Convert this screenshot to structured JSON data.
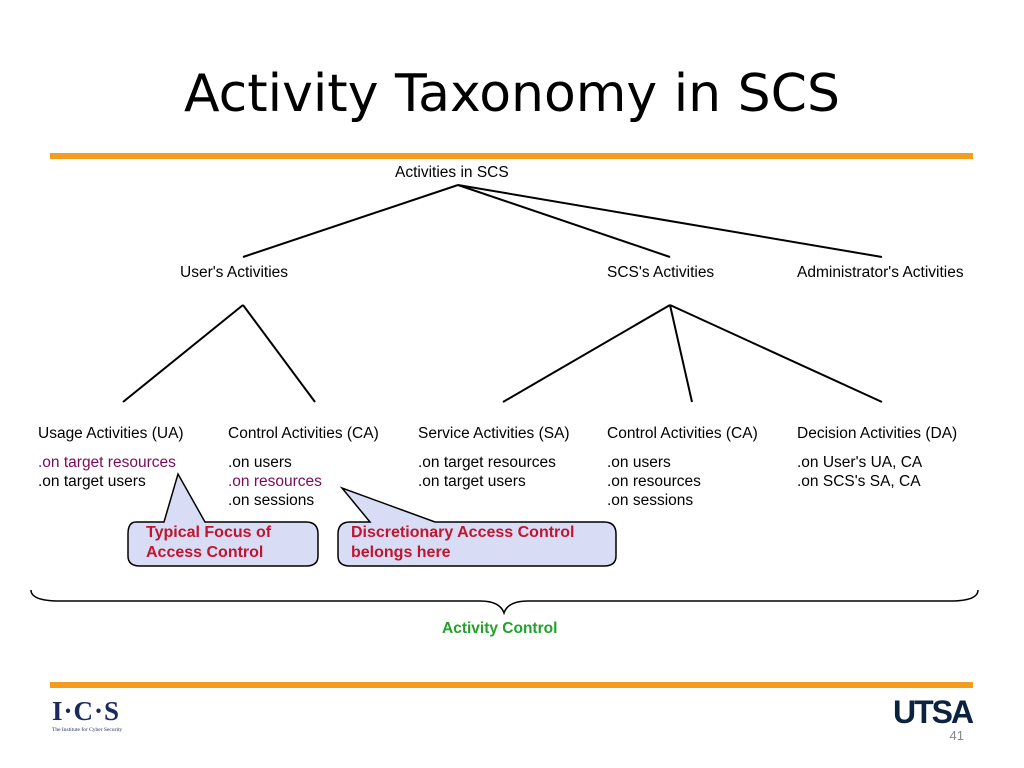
{
  "slide": {
    "title": "Activity Taxonomy in SCS",
    "page_number": "41",
    "accent_color": "#f39c1f"
  },
  "tree": {
    "root": "Activities in SCS",
    "level1": {
      "users": "User's Activities",
      "scs": "SCS's Activities",
      "admin": "Administrator's Activities"
    },
    "leaves": {
      "ua": {
        "label": "Usage Activities (UA)",
        "items": [
          ".on target resources",
          ".on target users"
        ]
      },
      "ca_user": {
        "label": "Control Activities (CA)",
        "items": [
          ".on users",
          ".on resources",
          ".on sessions"
        ]
      },
      "sa": {
        "label": "Service Activities (SA)",
        "items": [
          ".on target resources",
          ".on target users"
        ]
      },
      "ca_scs": {
        "label": "Control Activities (CA)",
        "items": [
          ".on users",
          ".on resources",
          ".on sessions"
        ]
      },
      "da": {
        "label": "Decision Activities (DA)",
        "items": [
          ".on User's UA, CA",
          ".on SCS's SA, CA"
        ]
      }
    }
  },
  "callouts": {
    "focus": {
      "line1": "Typical Focus of",
      "line2": "Access Control"
    },
    "dac": {
      "line1": "Discretionary Access Control",
      "line2": "belongs here"
    }
  },
  "brace_label": "Activity Control",
  "logos": {
    "ics": "I·C·S",
    "ics_tagline": "The Institute for Cyber Security",
    "utsa": "UTSA"
  }
}
